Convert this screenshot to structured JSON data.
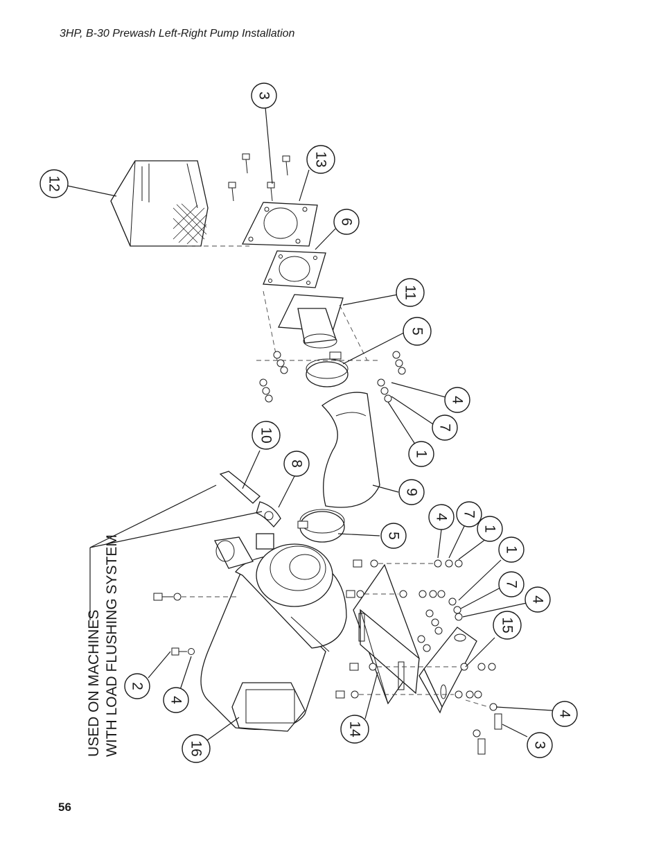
{
  "header": {
    "title": "3HP, B-30 Prewash Left-Right Pump Installation"
  },
  "footer": {
    "page_number": "56"
  },
  "note": {
    "line1": "USED ON MACHINES",
    "line2": "WITH LOAD FLUSHING SYSTEM"
  },
  "callouts": [
    {
      "label": "3"
    },
    {
      "label": "13"
    },
    {
      "label": "12"
    },
    {
      "label": "6"
    },
    {
      "label": "11"
    },
    {
      "label": "5"
    },
    {
      "label": "4"
    },
    {
      "label": "7"
    },
    {
      "label": "1"
    },
    {
      "label": "10"
    },
    {
      "label": "8"
    },
    {
      "label": "9"
    },
    {
      "label": "5"
    },
    {
      "label": "4"
    },
    {
      "label": "7"
    },
    {
      "label": "1"
    },
    {
      "label": "1"
    },
    {
      "label": "7"
    },
    {
      "label": "4"
    },
    {
      "label": "15"
    },
    {
      "label": "2"
    },
    {
      "label": "4"
    },
    {
      "label": "16"
    },
    {
      "label": "14"
    },
    {
      "label": "4"
    },
    {
      "label": "3"
    }
  ]
}
